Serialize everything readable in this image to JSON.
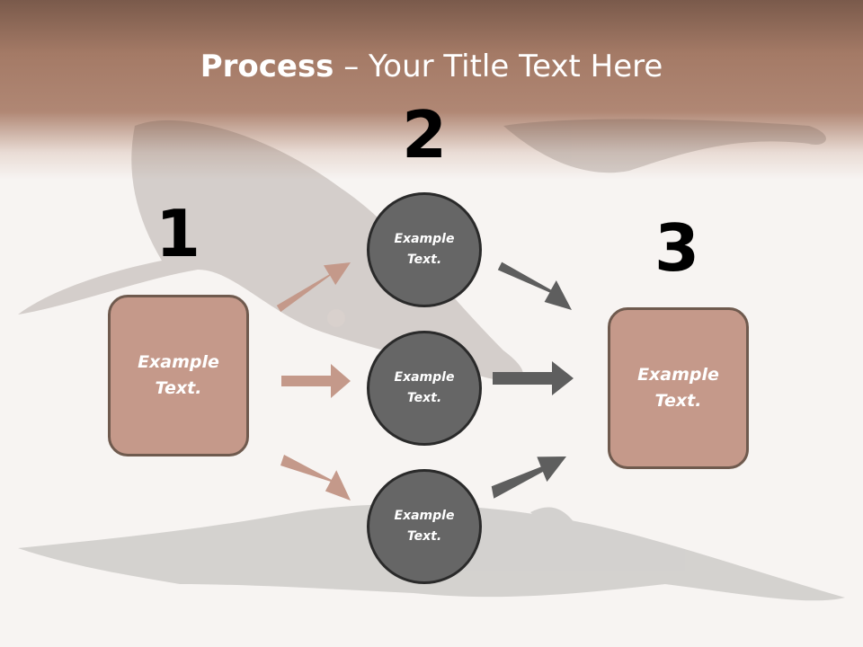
{
  "slide": {
    "title_bold": "Process",
    "title_rest": " – Your Title Text Here",
    "step1": {
      "number": "1",
      "text_line1": "Example",
      "text_line2": "Text."
    },
    "step2": {
      "number": "2",
      "circles": [
        {
          "text_line1": "Example",
          "text_line2": "Text."
        },
        {
          "text_line1": "Example",
          "text_line2": "Text."
        },
        {
          "text_line1": "Example",
          "text_line2": "Text."
        }
      ]
    },
    "step3": {
      "number": "3",
      "text_line1": "Example",
      "text_line2": "Text."
    }
  },
  "colors": {
    "header": "#a47a66",
    "box_fill": "#c5998a",
    "box_border": "#6f5a4e",
    "circle_fill": "#666666",
    "circle_border": "#2a2a2a",
    "arrow_left": "#c4998a",
    "arrow_right": "#5e5e5e"
  },
  "background": {
    "image": "sturgeon-fish-photo"
  }
}
